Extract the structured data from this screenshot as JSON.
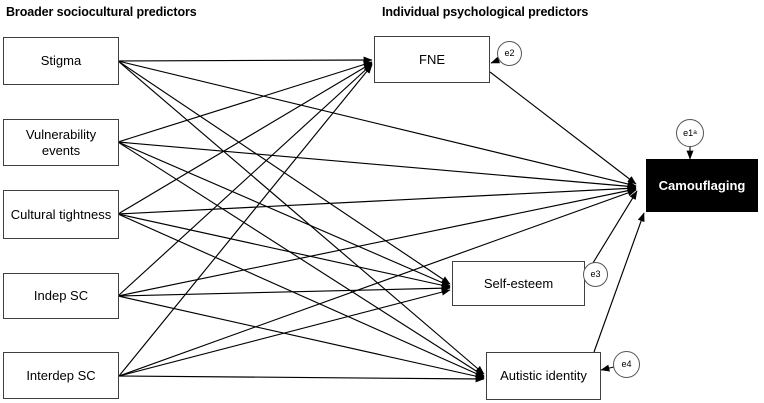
{
  "diagram": {
    "title_left": "Broader sociocultural predictors",
    "title_right": "Individual psychological predictors",
    "colors": {
      "stroke": "#3f3f3f",
      "edge": "#000000",
      "outcome_fill": "#000000",
      "outcome_text": "#ffffff",
      "background": "#ffffff"
    },
    "predictors": [
      {
        "id": "stigma",
        "label": "Stigma"
      },
      {
        "id": "vulnerability",
        "label": "Vulnerability events"
      },
      {
        "id": "cultural",
        "label": "Cultural tightness"
      },
      {
        "id": "indep",
        "label": "Indep SC"
      },
      {
        "id": "interdep",
        "label": "Interdep SC"
      }
    ],
    "mediators": [
      {
        "id": "fne",
        "label": "FNE"
      },
      {
        "id": "selfesteem",
        "label": "Self-esteem"
      },
      {
        "id": "autistic",
        "label": "Autistic identity"
      }
    ],
    "outcome": {
      "id": "camouflaging",
      "label": "Camouflaging"
    },
    "errors": [
      {
        "id": "e1",
        "label": "e1",
        "superscript": "a",
        "target": "camouflaging"
      },
      {
        "id": "e2",
        "label": "e2",
        "superscript": "",
        "target": "fne"
      },
      {
        "id": "e3",
        "label": "e3",
        "superscript": "",
        "target": "selfesteem"
      },
      {
        "id": "e4",
        "label": "e4",
        "superscript": "",
        "target": "autistic"
      }
    ]
  }
}
